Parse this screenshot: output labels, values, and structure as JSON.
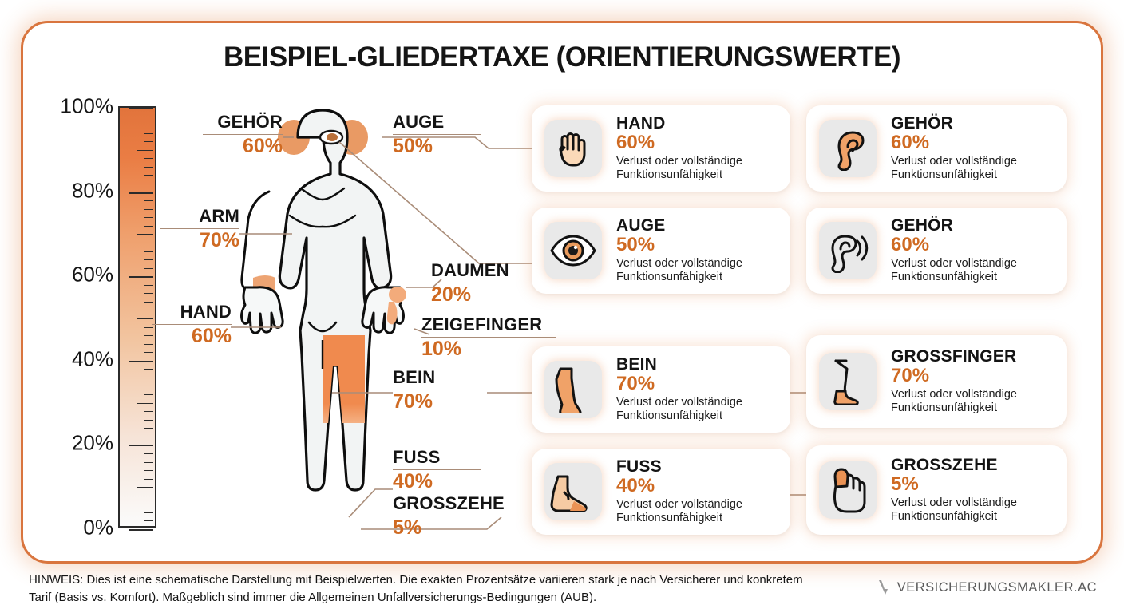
{
  "title": "BEISPIEL-GLIEDERTAXE (ORIENTIERUNGSWERTE)",
  "colors": {
    "accent": "#d9753e",
    "percent_text": "#cf6a22",
    "body_fill": "#f2f4f4",
    "body_highlight": "#f08a4e",
    "icon_bg": "#e9e9e9",
    "leader_line": "#a98c78"
  },
  "scale": {
    "labels": [
      "100%",
      "80%",
      "60%",
      "40%",
      "20%",
      "0%"
    ],
    "values": [
      100,
      80,
      60,
      40,
      20,
      0
    ],
    "min": 0,
    "max": 100,
    "unit": "%"
  },
  "body_callouts": [
    {
      "name": "GEHÖR",
      "percent": "60%",
      "value": 60
    },
    {
      "name": "AUGE",
      "percent": "50%",
      "value": 50
    },
    {
      "name": "ARM",
      "percent": "70%",
      "value": 70
    },
    {
      "name": "DAUMEN",
      "percent": "20%",
      "value": 20
    },
    {
      "name": "HAND",
      "percent": "60%",
      "value": 60
    },
    {
      "name": "ZEIGEFINGER",
      "percent": "10%",
      "value": 10
    },
    {
      "name": "BEIN",
      "percent": "70%",
      "value": 70
    },
    {
      "name": "FUSS",
      "percent": "40%",
      "value": 40
    },
    {
      "name": "GROSSZEHE",
      "percent": "5%",
      "value": 5
    }
  ],
  "cards": [
    {
      "icon": "hand-icon",
      "title": "HAND",
      "percent": "60%",
      "value": 60,
      "desc_line1": "Verlust oder vollständige",
      "desc_line2": "Funktionsunfähigkeit"
    },
    {
      "icon": "ear-filled-icon",
      "title": "GEHÖR",
      "percent": "60%",
      "value": 60,
      "desc_line1": "Verlust oder vollständige",
      "desc_line2": "Funktionsunfähigkeit"
    },
    {
      "icon": "eye-icon",
      "title": "AUGE",
      "percent": "50%",
      "value": 50,
      "desc_line1": "Verlust oder vollständige",
      "desc_line2": "Funktionsunfähigkeit"
    },
    {
      "icon": "ear-outline-icon",
      "title": "GEHÖR",
      "percent": "60%",
      "value": 60,
      "desc_line1": "Verlust oder vollständige",
      "desc_line2": "Funktionsunfähigkeit"
    },
    {
      "icon": "leg-icon",
      "title": "BEIN",
      "percent": "70%",
      "value": 70,
      "desc_line1": "Verlust oder vollständige",
      "desc_line2": "Funktionsunfähigkeit"
    },
    {
      "icon": "leg-foot-icon",
      "title": "GROSSFINGER",
      "percent": "70%",
      "value": 70,
      "desc_line1": "Verlust oder vollständige",
      "desc_line2": "Funktionsunfähigkeit"
    },
    {
      "icon": "foot-icon",
      "title": "FUSS",
      "percent": "40%",
      "value": 40,
      "desc_line1": "Verlust oder vollständige",
      "desc_line2": "Funktionsunfähigkeit"
    },
    {
      "icon": "toe-icon",
      "title": "GROSSZEHE",
      "percent": "5%",
      "value": 5,
      "desc_line1": "Verlust oder vollständige",
      "desc_line2": "Funktionsunfähigkeit"
    }
  ],
  "footer": {
    "note_line1": "HINWEIS: Dies ist eine schematische Darstellung mit Beispielwerten. Die exakten Prozentsätze variieren stark je nach Versicherer und konkretem",
    "note_line2": "Tarif (Basis vs. Komfort). Maßgeblich sind immer die Allgemeinen Unfallversicherungs-Bedingungen (AUB).",
    "logo_text": "VERSICHERUNGSMAKLER.AC"
  }
}
